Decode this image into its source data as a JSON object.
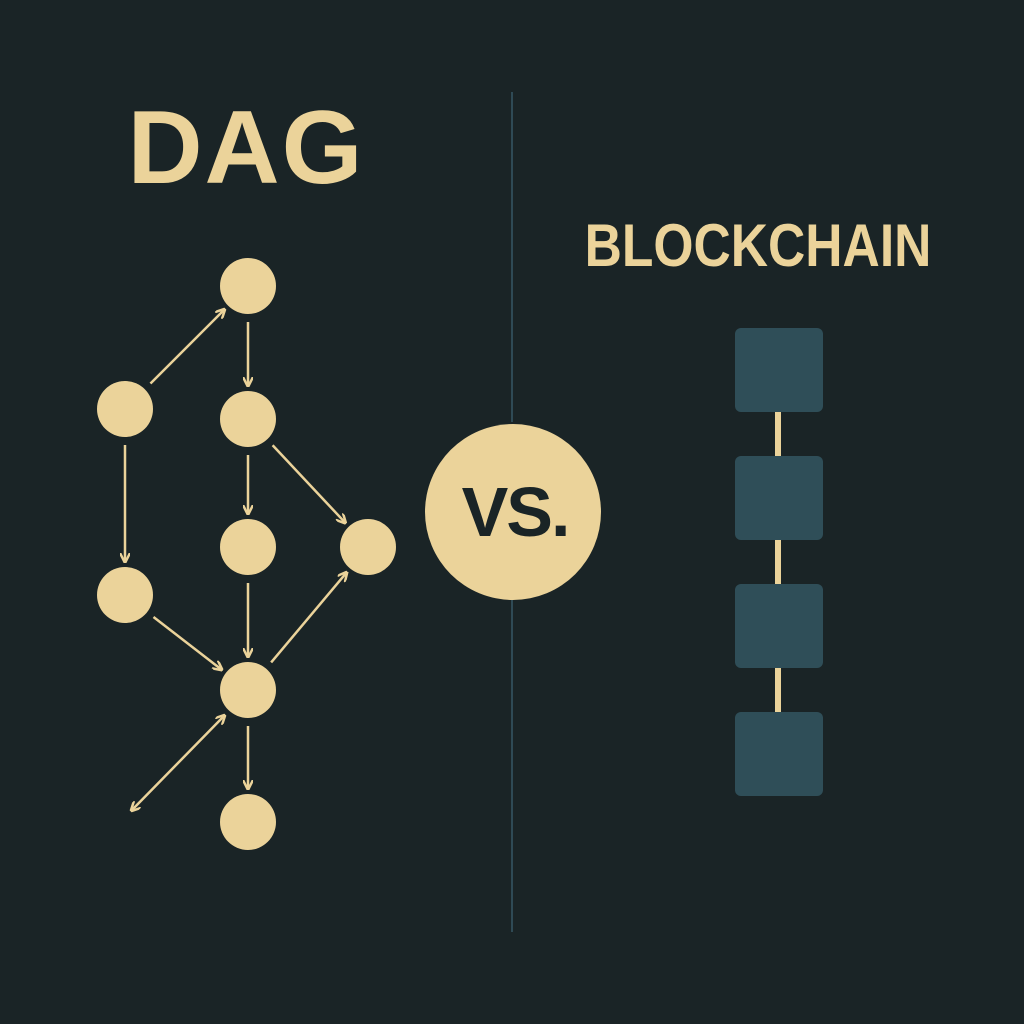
{
  "left_title": "DAG",
  "right_title": "BLOCKCHAIN",
  "center_badge": "VS.",
  "colors": {
    "background": "#1a2426",
    "accent": "#ebd39a",
    "block": "#2f4e58",
    "divider": "#2f4a55"
  },
  "dag": {
    "nodes": [
      "top",
      "upper-left",
      "upper-center",
      "mid-center",
      "mid-right",
      "lower-left",
      "hub",
      "bottom"
    ],
    "edges": [
      [
        "upper-left",
        "top"
      ],
      [
        "top",
        "upper-center"
      ],
      [
        "upper-center",
        "mid-center"
      ],
      [
        "upper-center",
        "mid-right"
      ],
      [
        "upper-left",
        "lower-left"
      ],
      [
        "mid-center",
        "hub"
      ],
      [
        "lower-left",
        "hub"
      ],
      [
        "hub",
        "mid-right"
      ],
      [
        "hub",
        "bottom"
      ]
    ]
  },
  "blockchain": {
    "block_count": 4
  }
}
